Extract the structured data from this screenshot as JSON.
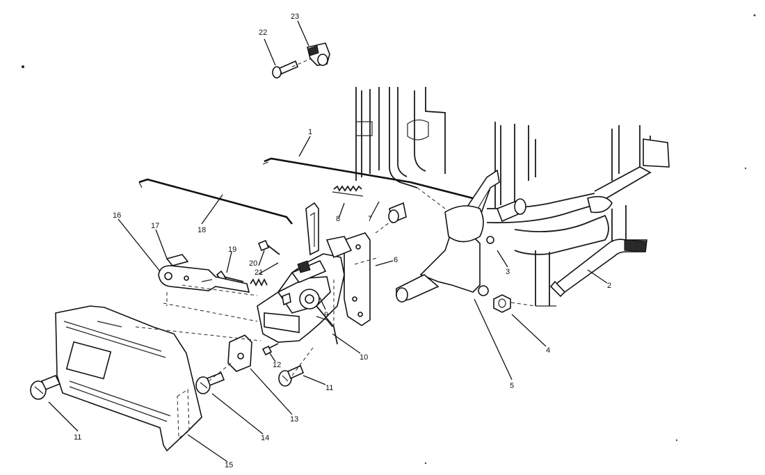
{
  "callouts": [
    {
      "id": "c1",
      "text": "1"
    },
    {
      "id": "c2",
      "text": "2"
    },
    {
      "id": "c3",
      "text": "3"
    },
    {
      "id": "c4",
      "text": "4"
    },
    {
      "id": "c5",
      "text": "5"
    },
    {
      "id": "c6",
      "text": "6"
    },
    {
      "id": "c7",
      "text": "7"
    },
    {
      "id": "c8",
      "text": "8"
    },
    {
      "id": "c9",
      "text": "9"
    },
    {
      "id": "c10",
      "text": "10"
    },
    {
      "id": "c11a",
      "text": "11"
    },
    {
      "id": "c11b",
      "text": "11"
    },
    {
      "id": "c12",
      "text": "12"
    },
    {
      "id": "c13",
      "text": "13"
    },
    {
      "id": "c14",
      "text": "14"
    },
    {
      "id": "c15",
      "text": "15"
    },
    {
      "id": "c16",
      "text": "16"
    },
    {
      "id": "c17",
      "text": "17"
    },
    {
      "id": "c18",
      "text": "18"
    },
    {
      "id": "c19",
      "text": "19"
    },
    {
      "id": "c20",
      "text": "20"
    },
    {
      "id": "c21",
      "text": "21"
    },
    {
      "id": "c22",
      "text": "22"
    },
    {
      "id": "c23",
      "text": "23"
    }
  ]
}
